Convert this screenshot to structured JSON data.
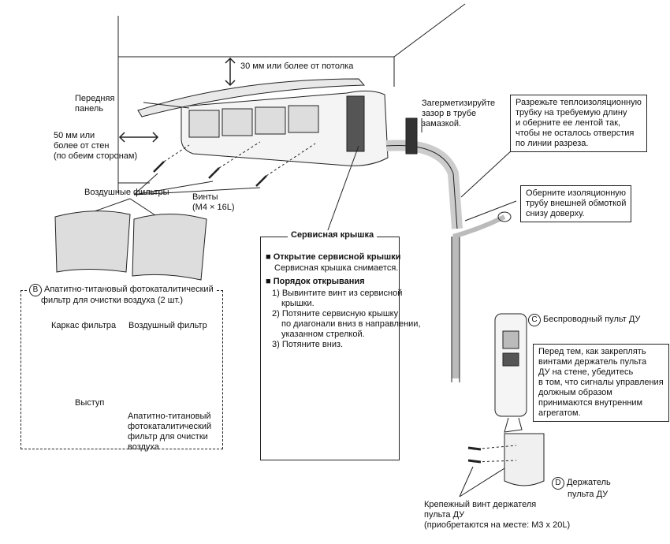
{
  "labels": {
    "ceiling_gap": "30 мм или более от потолка",
    "front_panel": [
      "Передняя",
      "панель"
    ],
    "wall_gap": [
      "50 мм или",
      "более от стен",
      "(по обеим сторонам)"
    ],
    "filters": "Воздушные фильтры",
    "screws": [
      "Винты",
      "(М4 × 16L)"
    ],
    "seal_note": [
      "Загерметизируйте",
      "зазор в трубе",
      "замазкой."
    ],
    "insulation_note": [
      "Разрежьте теплоизоляционную",
      "трубку на требуемую длину",
      "и оберните ее лентой так,",
      "чтобы не осталось отверстия",
      "по линии разреза."
    ],
    "wrap_note": [
      "Оберните изоляционную",
      "трубу внешней обмоткой",
      "снизу доверху."
    ]
  },
  "filter_box": {
    "badge": "B",
    "title": [
      "Апатитно-титановый фотокаталитический",
      "фильтр для очистки воздуха (2 шт.)"
    ],
    "frame": "Каркас фильтра",
    "air_filter": "Воздушный фильтр",
    "tab": "Выступ",
    "photo": [
      "Апатитно-титановый",
      "фотокаталитический",
      "фильтр для очистки",
      "воздуха"
    ]
  },
  "service": {
    "title": "Сервисная крышка",
    "open_heading": "Открытие сервисной крышки",
    "open_text": "Сервисная крышка снимается.",
    "order_heading": "Порядок открывания",
    "steps": [
      "1) Вывинтите винт из сервисной",
      "крышки.",
      "2) Потяните сервисную крышку",
      "по диагонали вниз в направлении,",
      "указанном стрелкой.",
      "3) Потяните вниз."
    ],
    "bullet": "■"
  },
  "remote": {
    "badge": "C",
    "label": "Беспроводный пульт ДУ",
    "note": [
      "Перед тем, как закреплять",
      "винтами держатель пульта",
      "ДУ на стене, убедитесь",
      "в том, что сигналы управления",
      "должным образом",
      "принимаются внутренним",
      "агрегатом."
    ],
    "holder_badge": "D",
    "holder": [
      "Держатель",
      "пульта ДУ"
    ],
    "screw": [
      "Крепежный винт держателя",
      "пульта ДУ",
      "(приобретаются на месте: М3 х 20L)"
    ]
  }
}
